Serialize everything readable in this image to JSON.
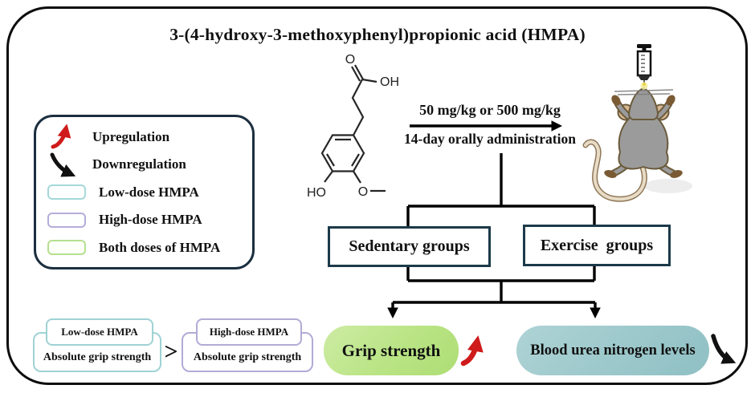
{
  "title": "3-(4-hydroxy-3-methoxyphenyl)propionic acid (HMPA)",
  "legend": {
    "items": [
      {
        "icon": "upregulation-red-curved-arrow",
        "label": "Upregulation"
      },
      {
        "icon": "downregulation-black-curved-arrow",
        "label": "Downregulation"
      },
      {
        "icon": "low-dose-swatch",
        "label": "Low-dose HMPA",
        "swatch_border": "#a6d8da"
      },
      {
        "icon": "high-dose-swatch",
        "label": "High-dose HMPA",
        "swatch_border": "#b3add9"
      },
      {
        "icon": "both-doses-swatch",
        "label": "Both doses of HMPA",
        "swatch_border": "#b4e08e"
      }
    ]
  },
  "chemistry": {
    "name": "HMPA skeletal structure",
    "labels": {
      "carbonyl_o": "O",
      "hydroxyl_oh": "OH",
      "phenol_ho": "HO",
      "methoxy_o": "O"
    }
  },
  "treatment": {
    "dose_line": "50 mg/kg or 500 mg/kg",
    "duration_line": "14-day orally administration"
  },
  "groups": {
    "sedentary": "Sedentary groups",
    "exercise": "Exercise  groups"
  },
  "comparison": {
    "left": {
      "tag": "Low-dose HMPA",
      "metric": "Absolute grip strength"
    },
    "operator": ">",
    "right": {
      "tag": "High-dose HMPA",
      "metric": "Absolute grip strength"
    }
  },
  "outcomes": {
    "grip": {
      "label": "Grip strength",
      "direction": "upregulated",
      "fill": "#b9e484"
    },
    "bun": {
      "label": "Blood urea nitrogen levels",
      "direction": "downregulated",
      "fill": "#9cc8cb"
    }
  },
  "colors": {
    "upregulation_arrow": "#cf1b1b",
    "downregulation_arrow": "#111111",
    "legend_border": "#1c2f3f",
    "group_box_border": "#1c3a49",
    "flow_lines": "#000000",
    "outer_border": "#0d0d0d",
    "mouse_body": "#9b9b9b",
    "mouse_ears_tail": "#d8b893"
  }
}
